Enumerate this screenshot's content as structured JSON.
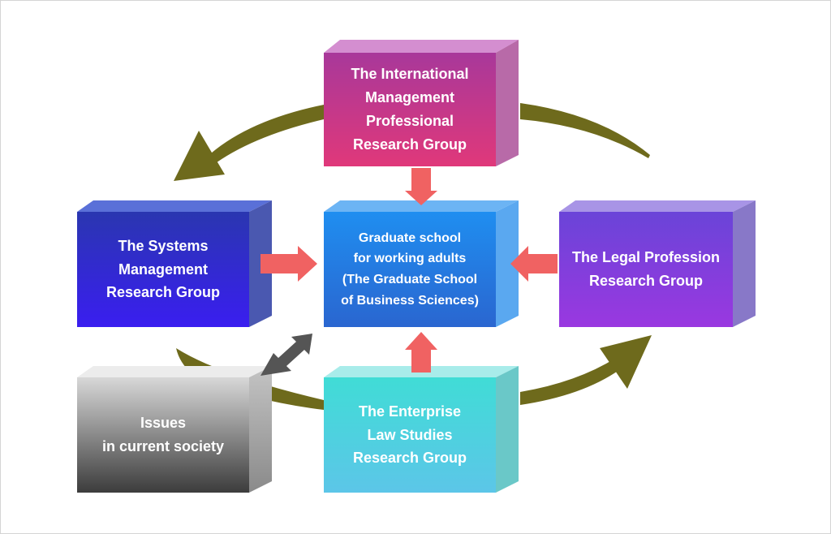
{
  "diagram": {
    "boxes": {
      "international": {
        "lines": [
          "The International",
          "Management",
          "Professional",
          "Research Group"
        ],
        "color_top": "#a8389a",
        "color_bottom": "#e0387a"
      },
      "graduate": {
        "lines": [
          "Graduate school",
          "for working adults",
          "(The Graduate School",
          "of Business Sciences)"
        ],
        "color_top": "#1f8ef0",
        "color_bottom": "#2a66d0"
      },
      "systems": {
        "lines": [
          "The Systems",
          "Management",
          "Research Group"
        ],
        "color_top": "#2a36b0",
        "color_bottom": "#3a1ef0"
      },
      "legal": {
        "lines": [
          "The Legal Profession",
          "Research Group"
        ],
        "color_top": "#6a44d8",
        "color_bottom": "#9a38e0"
      },
      "enterprise": {
        "lines": [
          "The Enterprise",
          "Law Studies",
          "Research Group"
        ],
        "color_top": "#40dcd6",
        "color_bottom": "#5cc6e8"
      },
      "issues": {
        "lines": [
          "Issues",
          "in current society"
        ],
        "color_top": "#d8d8d8",
        "color_bottom": "#3c3c3c"
      }
    },
    "arrow_colors": {
      "cycle": "#6e6a1c",
      "into_center": "#f06262",
      "society_link": "#555555"
    }
  }
}
